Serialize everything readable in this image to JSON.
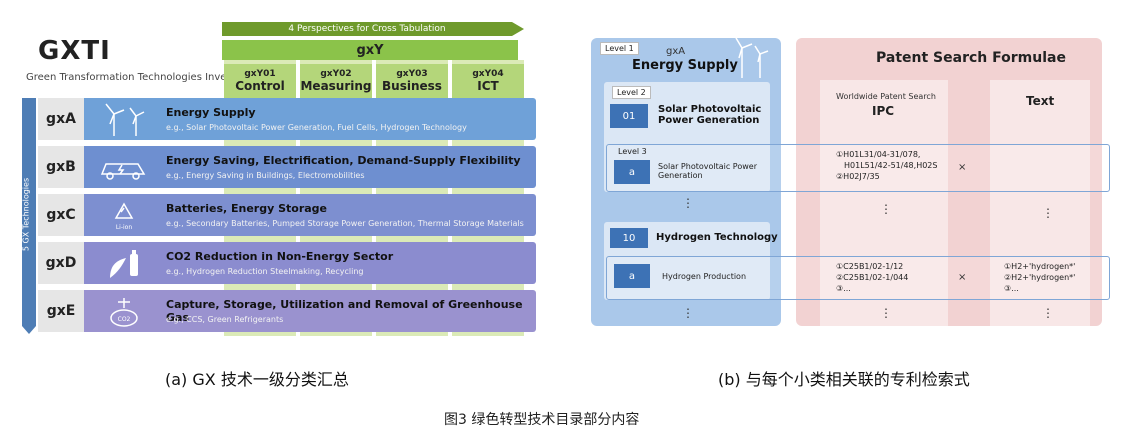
{
  "panel_a": {
    "title": "GXTI",
    "subtitle": "Green Transformation Technologies Inventory",
    "perspectives_arrow": "4 Perspectives for Cross Tabulation",
    "gxy_label": "gxY",
    "gxy_columns": [
      {
        "code": "gxY01",
        "name": "Control"
      },
      {
        "code": "gxY02",
        "name": "Measuring"
      },
      {
        "code": "gxY03",
        "name": "Business"
      },
      {
        "code": "gxY04",
        "name": "ICT"
      }
    ],
    "side_label": "5 GX Technologies",
    "rows": [
      {
        "code": "gxA",
        "title": "Energy Supply",
        "example": "e.g., Solar Photovoltaic Power Generation, Fuel Cells, Hydrogen Technology",
        "color": "#6fa1d8",
        "icon": "wind-turbine-icon"
      },
      {
        "code": "gxB",
        "title": "Energy Saving, Electrification, Demand-Supply Flexibility",
        "example": "e.g., Energy Saving in Buildings, Electromobilities",
        "color": "#6e8fd0",
        "icon": "electric-car-icon"
      },
      {
        "code": "gxC",
        "title": "Batteries, Energy Storage",
        "example": "e.g., Secondary Batteries, Pumped Storage Power Generation, Thermal Storage Materials",
        "color": "#7d8fd0",
        "icon": "li-ion-recycle-icon",
        "icon_text": "Li-ion"
      },
      {
        "code": "gxD",
        "title": "CO2 Reduction in Non-Energy Sector",
        "example": "e.g., Hydrogen Reduction Steelmaking, Recycling",
        "color": "#8b8ccf",
        "icon": "plant-bottle-icon"
      },
      {
        "code": "gxE",
        "title": "Capture, Storage, Utilization and Removal of Greenhouse Gas",
        "example": "e.g., CCS, Green Refrigerants",
        "color": "#9a92cf",
        "icon": "co2-capture-icon",
        "icon_text": "CO2"
      }
    ],
    "caption": "(a) GX 技术一级分类汇总"
  },
  "panel_b": {
    "level1_tag": "Level 1",
    "gxa_code": "gxA",
    "gxa_title": "Energy Supply",
    "formula_title": "Patent Search Formulae",
    "ipc_super": "Worldwide Patent Search",
    "ipc_title": "IPC",
    "text_title": "Text",
    "level2_tag": "Level 2",
    "level3_tag": "Level 3",
    "item1": {
      "num": "01",
      "title": "Solar Photovoltaic Power Generation"
    },
    "item1_sub": {
      "letter": "a",
      "title": "Solar Photovoltaic Power Generation",
      "ipc": [
        "①H01L31/04-31/078,",
        "H01L51/42-51/48,H02S",
        "②H02J7/35"
      ],
      "times": "×"
    },
    "item2": {
      "num": "10",
      "title": "Hydrogen Technology"
    },
    "item2_sub": {
      "letter": "a",
      "title": "Hydrogen Production",
      "ipc": [
        "①C25B1/02-1/12",
        "②C25B1/02-1/044",
        "③..."
      ],
      "times": "×",
      "text": [
        "①H2+'hydrogen*'",
        "②H2+'hydrogen*'",
        "③..."
      ]
    },
    "dots": "⋮",
    "caption": "(b) 与每个小类相关联的专利检索式"
  },
  "figure_caption": "图3 绿色转型技术目录部分内容"
}
